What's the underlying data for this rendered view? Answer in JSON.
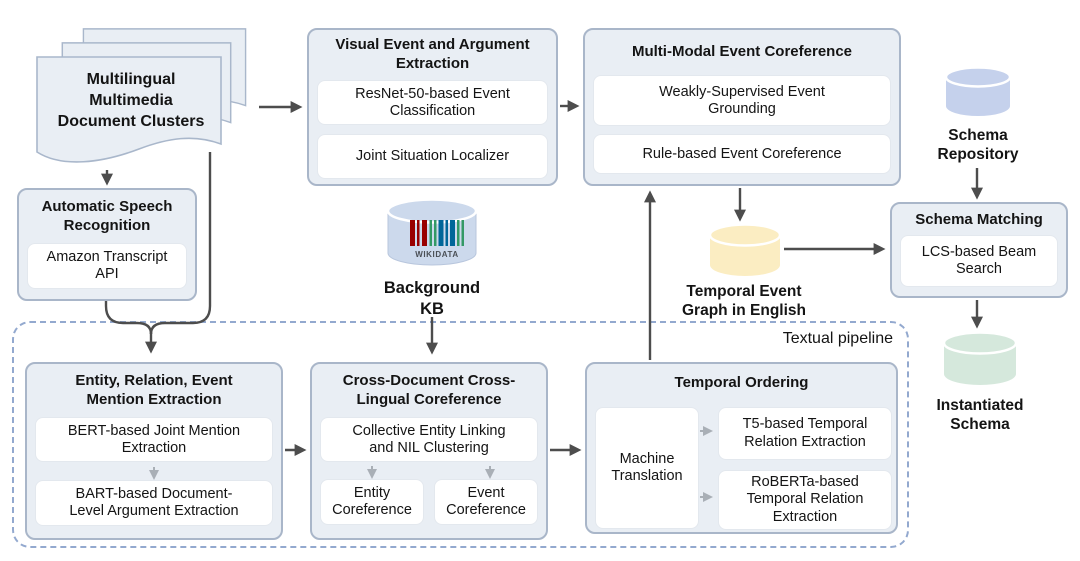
{
  "colors": {
    "panel_fill": "#e9eef4",
    "panel_border": "#a9b6c9",
    "arrow": "#4d4d4d",
    "light_arrow": "#a9afb6",
    "dashed_border": "#93a9cf",
    "wikidata_cylinder": "#ccd9ec",
    "schema_repository_cylinder": "#c5d1ec",
    "temporal_graph_cylinder": "#fbedc2",
    "instantiated_schema_cylinder": "#d5e8dc",
    "wikidata_red": "#990000",
    "wikidata_green": "#339966",
    "wikidata_blue": "#006699"
  },
  "nodes": {
    "doc_cluster": {
      "label": "Multilingual\nMultimedia\nDocument Clusters"
    },
    "asr": {
      "title": "Automatic Speech\nRecognition",
      "items": [
        "Amazon Transcript\nAPI"
      ]
    },
    "visual": {
      "title": "Visual Event and Argument\nExtraction",
      "items": [
        "ResNet-50-based Event\nClassification",
        "Joint Situation Localizer"
      ]
    },
    "multimodal": {
      "title": "Multi-Modal Event Coreference",
      "items": [
        "Weakly-Supervised Event\nGrounding",
        "Rule-based Event Coreference"
      ]
    },
    "schema_repository": {
      "label": "Schema\nRepository"
    },
    "schema_matching": {
      "title": "Schema Matching",
      "items": [
        "LCS-based Beam\nSearch"
      ]
    },
    "instantiated_schema": {
      "label": "Instantiated\nSchema"
    },
    "background_kb": {
      "label": "Background\nKB",
      "logo_text": "WIKIDATA"
    },
    "temporal_event_graph": {
      "label": "Temporal Event\nGraph in English"
    },
    "pipeline": {
      "label": "Textual pipeline"
    },
    "entity_mention": {
      "title": "Entity, Relation, Event\nMention Extraction",
      "items": [
        "BERT-based Joint Mention\nExtraction",
        "BART-based Document-\nLevel Argument Extraction"
      ]
    },
    "cross_doc": {
      "title": "Cross-Document Cross-\nLingual Coreference",
      "main": "Collective Entity Linking\nand NIL Clustering",
      "subs": [
        "Entity\nCoreference",
        "Event\nCoreference"
      ]
    },
    "temporal_ordering": {
      "title": "Temporal Ordering",
      "left": "Machine\nTranslation",
      "right": [
        "T5-based Temporal\nRelation Extraction",
        "RoBERTa-based\nTemporal Relation\nExtraction"
      ]
    }
  }
}
